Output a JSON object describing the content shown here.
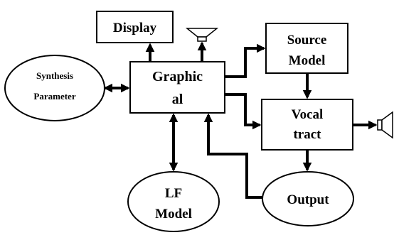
{
  "nodes": {
    "display": {
      "label": "Display"
    },
    "synthesis": {
      "line1": "Synthesis",
      "line2": "Parameter"
    },
    "graphical": {
      "line1": "Graphic",
      "line2": "al"
    },
    "source": {
      "line1": "Source",
      "line2": "Model"
    },
    "vocal": {
      "line1": "Vocal",
      "line2": "tract"
    },
    "lf": {
      "line1": "LF",
      "line2": "Model"
    },
    "output": {
      "label": "Output"
    }
  },
  "icons": {
    "speaker_top": "speaker-icon",
    "speaker_right": "speaker-icon"
  },
  "colors": {
    "stroke": "#000000",
    "fill": "#ffffff"
  }
}
